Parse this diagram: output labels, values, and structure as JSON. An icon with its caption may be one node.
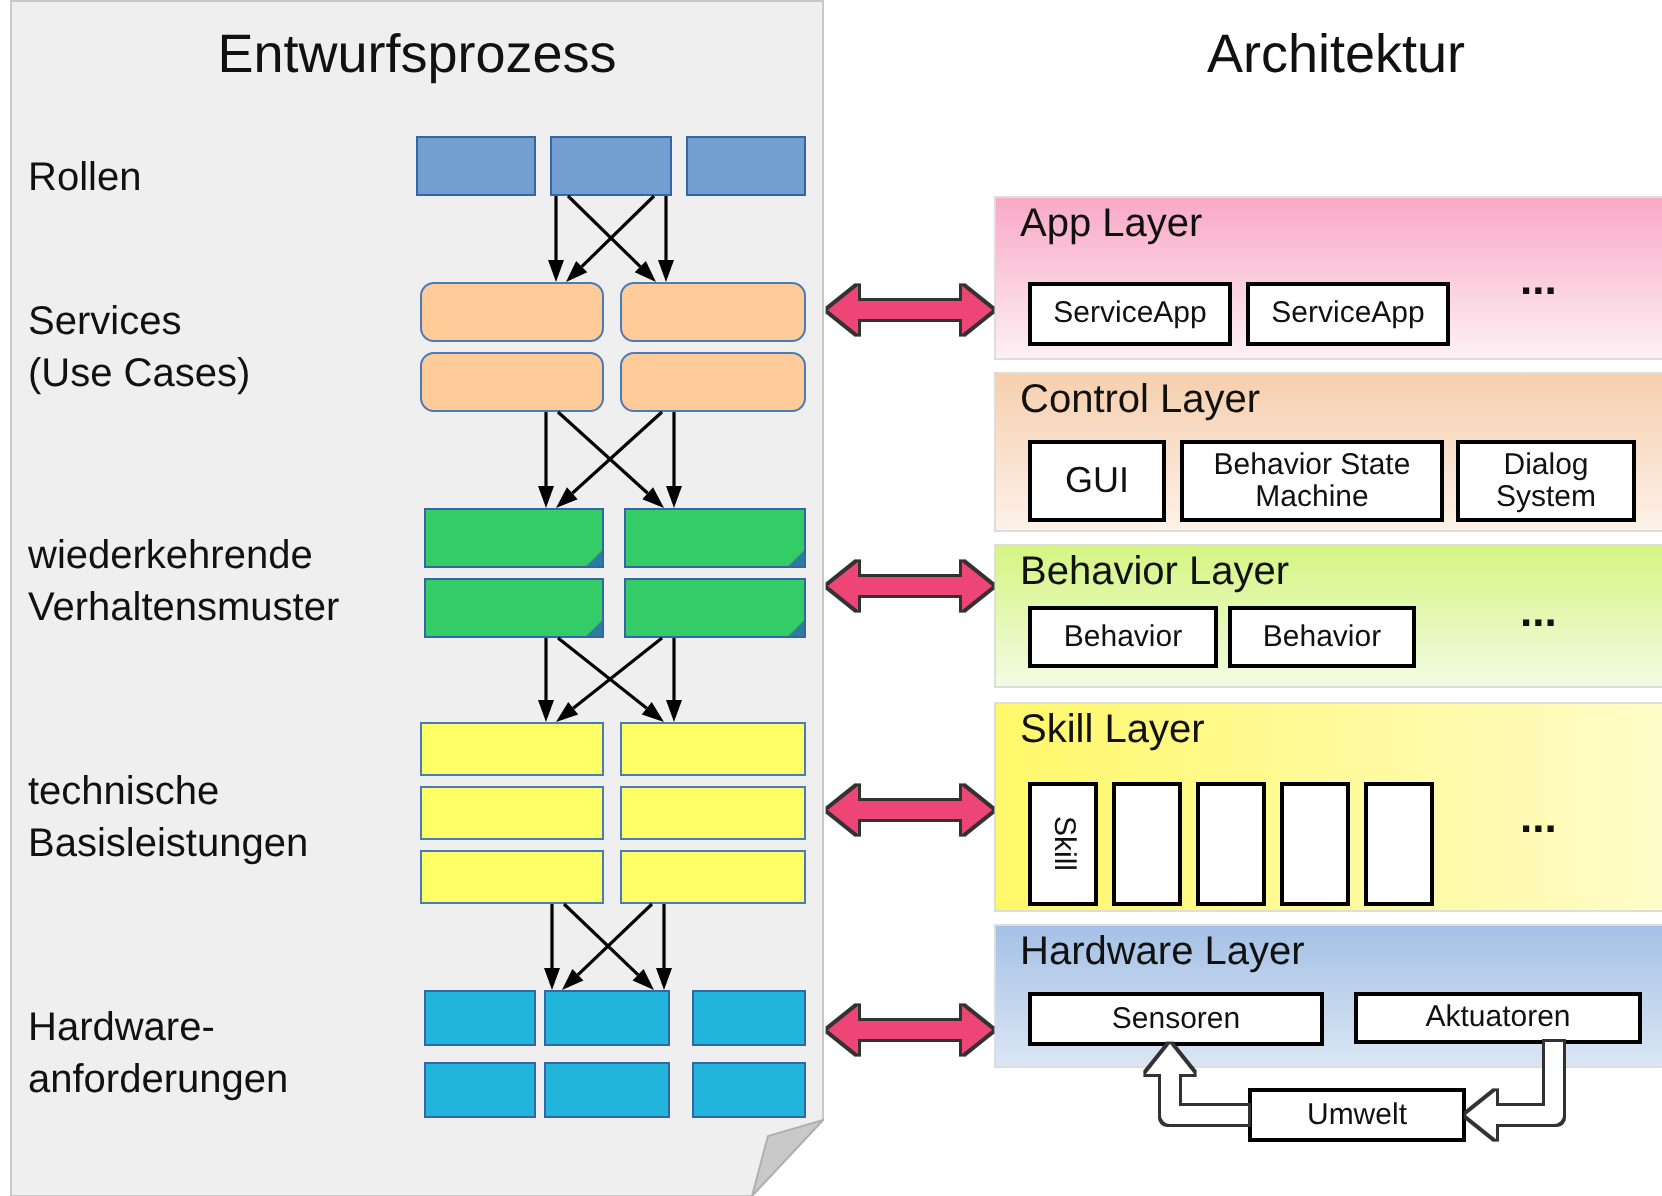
{
  "diagram": {
    "nodes": [
      {
        "text": [
          "Entwurfsprozess"
        ]
      },
      {
        "text": [],
        "shape": "box",
        "in": 0
      },
      {
        "text": [],
        "shape": "box",
        "in": 0
      },
      {
        "text": [],
        "shape": "box",
        "in": 0
      },
      {
        "text": [],
        "shape": "box",
        "in": 0
      },
      {
        "text": [],
        "shape": "box",
        "in": 0
      },
      {
        "text": [],
        "shape": "box",
        "in": 0
      },
      {
        "text": [],
        "shape": "box",
        "in": 0
      },
      {
        "text": [],
        "shape": "box",
        "in": 0
      },
      {
        "text": [],
        "shape": "box",
        "in": 0
      },
      {
        "text": [],
        "shape": "box",
        "in": 0
      },
      {
        "text": [],
        "shape": "box",
        "in": 0
      },
      {
        "text": [],
        "shape": "box",
        "in": 0
      },
      {
        "text": [],
        "shape": "box",
        "in": 0
      },
      {
        "text": [],
        "shape": "box",
        "in": 0
      },
      {
        "text": [],
        "shape": "box",
        "in": 0
      },
      {
        "text": [],
        "shape": "box",
        "in": 0
      },
      {
        "text": [],
        "shape": "box",
        "in": 0
      },
      {
        "text": [],
        "shape": "box",
        "in": 0
      },
      {
        "text": [],
        "shape": "box",
        "in": 0
      },
      {
        "text": [],
        "shape": "box",
        "in": 0
      },
      {
        "text": [],
        "shape": "box",
        "in": 0
      },
      {
        "text": [],
        "shape": "box",
        "in": 0
      },
      {
        "text": [],
        "shape": "box",
        "in": 0
      },
      {
        "text": [
          "App Layer",
          "..."
        ]
      },
      {
        "text": [
          "ServiceApp"
        ],
        "in": 24
      },
      {
        "text": [
          "ServiceApp"
        ],
        "in": 24
      },
      {
        "text": [
          "Control Layer"
        ]
      },
      {
        "text": [
          "GUI"
        ],
        "in": 27
      },
      {
        "text": [
          "Behavior State Machine"
        ],
        "in": 27
      },
      {
        "text": [
          "Dialog System"
        ],
        "in": 27
      },
      {
        "text": [
          "Behavior Layer",
          "..."
        ]
      },
      {
        "text": [
          "Behavior"
        ],
        "in": 31
      },
      {
        "text": [
          "Behavior"
        ],
        "in": 31
      },
      {
        "text": [
          "Skill Layer",
          "..."
        ]
      },
      {
        "text": [
          "Skill"
        ],
        "in": 34
      },
      {
        "text": [],
        "shape": "box",
        "in": 34
      },
      {
        "text": [],
        "shape": "box",
        "in": 34
      },
      {
        "text": [],
        "shape": "box",
        "in": 34
      },
      {
        "text": [],
        "shape": "box",
        "in": 34
      },
      {
        "text": [
          "Hardware Layer"
        ]
      },
      {
        "text": [
          "Sensoren"
        ],
        "in": 40
      },
      {
        "text": [
          "Aktuatoren"
        ],
        "in": 40
      },
      {
        "text": [
          "Umwelt"
        ]
      }
    ],
    "edges": [
      {
        "from": 2,
        "to": 4,
        "arrow": "to"
      },
      {
        "from": 2,
        "to": 5,
        "arrow": "to"
      },
      {
        "from": 2,
        "to": 4,
        "arrow": "to"
      },
      {
        "from": 2,
        "to": 5,
        "arrow": "to"
      },
      {
        "from": 6,
        "to": 8,
        "arrow": "to"
      },
      {
        "from": 6,
        "to": 9,
        "arrow": "to"
      },
      {
        "from": 7,
        "to": 8,
        "arrow": "to"
      },
      {
        "from": 7,
        "to": 9,
        "arrow": "to"
      },
      {
        "from": 10,
        "to": 12,
        "arrow": "to"
      },
      {
        "from": 10,
        "to": 13,
        "arrow": "to"
      },
      {
        "from": 11,
        "to": 12,
        "arrow": "to"
      },
      {
        "from": 11,
        "to": 13,
        "arrow": "to"
      },
      {
        "from": 16,
        "to": 19,
        "arrow": "to"
      },
      {
        "from": 16,
        "to": 19,
        "arrow": "to"
      },
      {
        "from": 17,
        "to": 19,
        "arrow": "to"
      },
      {
        "from": 17,
        "to": 19,
        "arrow": "to"
      },
      {
        "from": 0,
        "to": 24,
        "arrow": "both",
        "style": "thick",
        "color": "#ee4477"
      },
      {
        "from": 0,
        "to": 31,
        "arrow": "both",
        "style": "thick",
        "color": "#ee4477"
      },
      {
        "from": 0,
        "to": 34,
        "arrow": "both",
        "style": "thick",
        "color": "#ee4477"
      },
      {
        "from": 0,
        "to": 40,
        "arrow": "both",
        "style": "thick",
        "color": "#ee4477"
      },
      {
        "from": 43,
        "to": 41,
        "arrow": "to",
        "style": "thick",
        "color": "#ffffff"
      },
      {
        "from": 42,
        "to": 43,
        "arrow": "to",
        "style": "thick",
        "color": "#ffffff"
      }
    ],
    "labels": [
      "Architektur",
      "Rollen",
      "Services (Use Cases)",
      "wiederkehrende Verhaltensmuster",
      "technische Basisleistungen",
      "Hardware- anforderungen"
    ]
  }
}
